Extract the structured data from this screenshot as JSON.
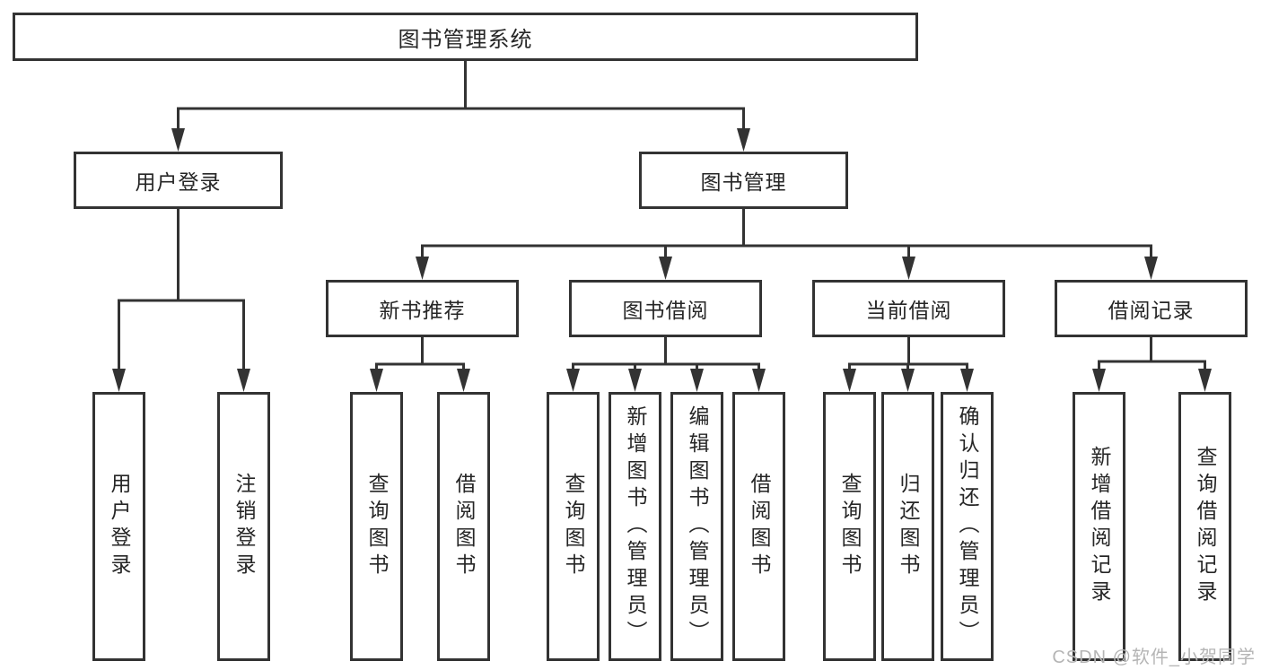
{
  "tree": {
    "root": {
      "label": "图书管理系统"
    },
    "branches": [
      {
        "label": "用户登录",
        "children": [
          {
            "label": "用户登录"
          },
          {
            "label": "注销登录"
          }
        ]
      },
      {
        "label": "图书管理",
        "children": [
          {
            "label": "新书推荐",
            "children": [
              {
                "label": "查询图书"
              },
              {
                "label": "借阅图书"
              }
            ]
          },
          {
            "label": "图书借阅",
            "children": [
              {
                "label": "查询图书"
              },
              {
                "label": "新增图书（管理员）"
              },
              {
                "label": "编辑图书（管理员）"
              },
              {
                "label": "借阅图书"
              }
            ]
          },
          {
            "label": "当前借阅",
            "children": [
              {
                "label": "查询图书"
              },
              {
                "label": "归还图书"
              },
              {
                "label": "确认归还（管理员）"
              }
            ]
          },
          {
            "label": "借阅记录",
            "children": [
              {
                "label": "新增借阅记录"
              },
              {
                "label": "查询借阅记录"
              }
            ]
          }
        ]
      }
    ]
  },
  "watermark": {
    "text": "CSDN @软件_小贺同学"
  },
  "colors": {
    "line": "#333333",
    "text": "#262626",
    "watermark": "#b5b5b5",
    "background": "#ffffff"
  }
}
